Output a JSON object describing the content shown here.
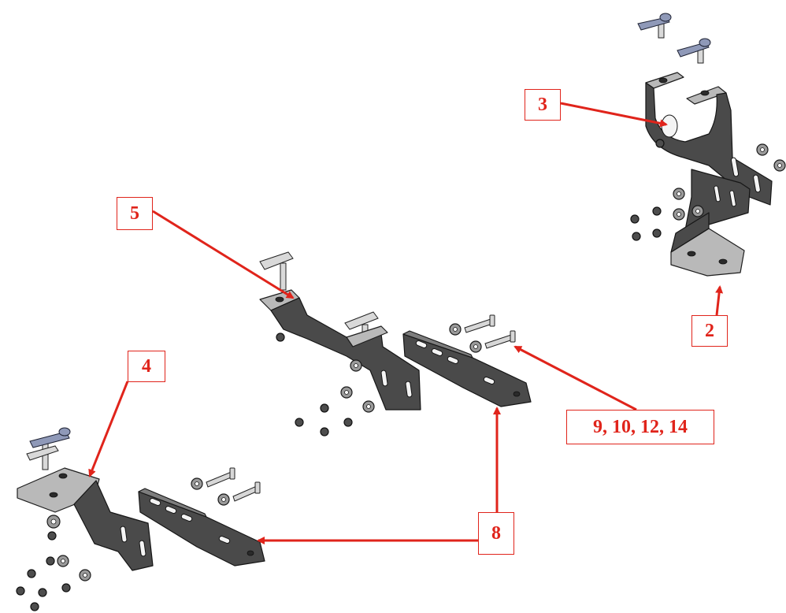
{
  "callouts": {
    "c2": "2",
    "c3": "3",
    "c4": "4",
    "c5": "5",
    "c8": "8",
    "c9": "9, 10, 12, 14"
  },
  "colors": {
    "callout_red": "#e0241b",
    "bracket_dark": "#4a4a4a",
    "bracket_light": "#b9b9b9",
    "pin_blue": "#8f99b8"
  }
}
